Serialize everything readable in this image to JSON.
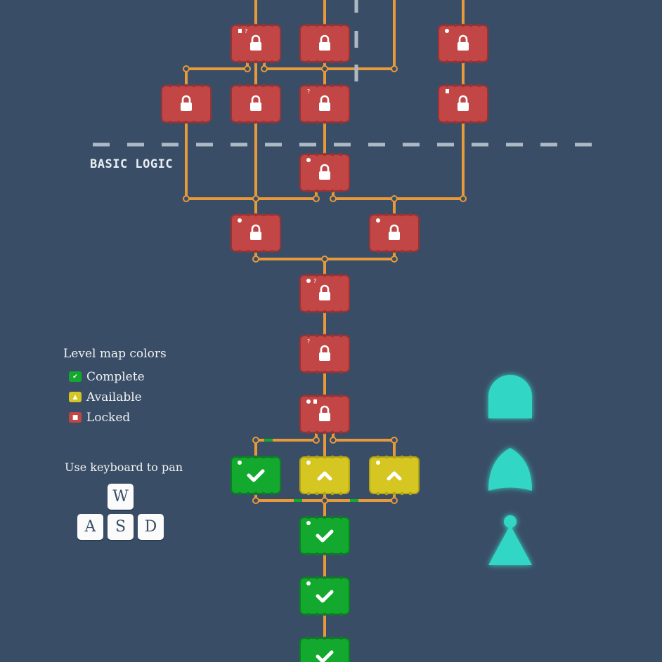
{
  "section": {
    "label": "BASIC LOGIC"
  },
  "legend": {
    "title": "Level map colors",
    "items": [
      {
        "label": "Complete",
        "color": "#12a92e",
        "icon": "check-icon"
      },
      {
        "label": "Available",
        "color": "#d6c622",
        "icon": "chevron-up-icon"
      },
      {
        "label": "Locked",
        "color": "#c24646",
        "icon": "lock-icon"
      }
    ]
  },
  "controls": {
    "title": "Use keyboard to pan",
    "keys": [
      "W",
      "A",
      "S",
      "D"
    ]
  },
  "colors": {
    "background": "#394e66",
    "wire": "#e8993a",
    "complete": "#12a92e",
    "available": "#d6c622",
    "locked": "#c24646",
    "gate_glow": "#33d6c4"
  },
  "levels": [
    {
      "id": "a1",
      "state": "locked",
      "badges": [
        "doc",
        "?"
      ]
    },
    {
      "id": "a2",
      "state": "locked",
      "badges": []
    },
    {
      "id": "a3",
      "state": "locked",
      "badges": [
        "gear"
      ]
    },
    {
      "id": "b1",
      "state": "locked",
      "badges": []
    },
    {
      "id": "b2",
      "state": "locked",
      "badges": []
    },
    {
      "id": "b3",
      "state": "locked",
      "badges": [
        "?"
      ]
    },
    {
      "id": "b4",
      "state": "locked",
      "badges": [
        "doc"
      ]
    },
    {
      "id": "c1",
      "state": "locked",
      "badges": [
        "gear"
      ]
    },
    {
      "id": "d1",
      "state": "locked",
      "badges": [
        "gear"
      ]
    },
    {
      "id": "d2",
      "state": "locked",
      "badges": [
        "gear"
      ]
    },
    {
      "id": "e1",
      "state": "locked",
      "badges": [
        "gear",
        "?"
      ]
    },
    {
      "id": "f1",
      "state": "locked",
      "badges": [
        "?"
      ]
    },
    {
      "id": "g1",
      "state": "locked",
      "badges": [
        "gear",
        "doc"
      ]
    },
    {
      "id": "h1",
      "state": "complete",
      "badges": [
        "gear"
      ]
    },
    {
      "id": "h2",
      "state": "available",
      "badges": [
        "gear"
      ]
    },
    {
      "id": "h3",
      "state": "available",
      "badges": [
        "gear"
      ]
    },
    {
      "id": "i1",
      "state": "complete",
      "badges": [
        "gear"
      ]
    },
    {
      "id": "j1",
      "state": "complete",
      "badges": [
        "gear"
      ]
    },
    {
      "id": "k1",
      "state": "complete",
      "badges": []
    }
  ],
  "gates": [
    {
      "name": "and-gate-icon"
    },
    {
      "name": "or-gate-icon"
    },
    {
      "name": "not-gate-icon"
    }
  ]
}
